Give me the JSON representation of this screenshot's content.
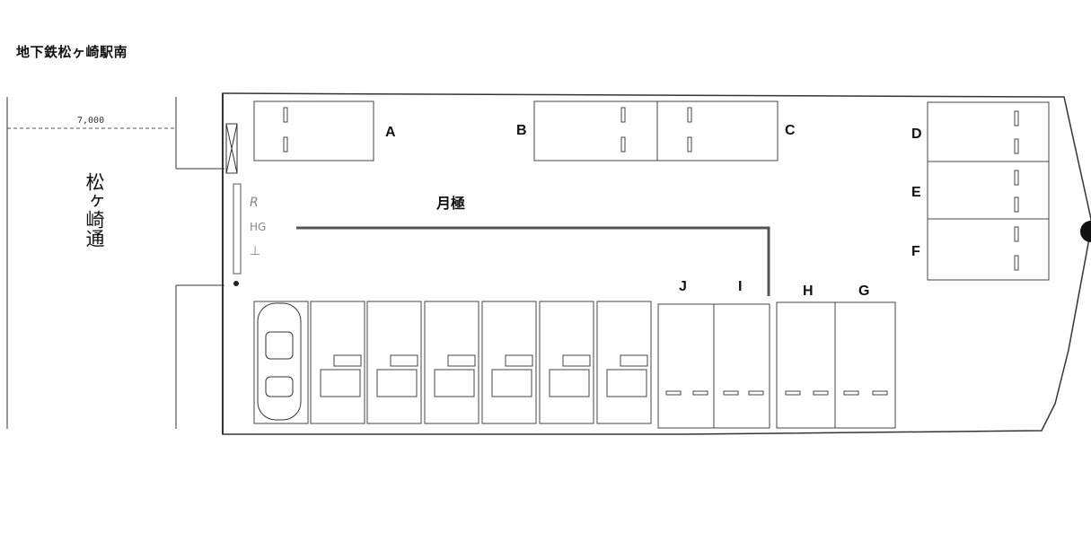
{
  "page": {
    "title": "地下鉄松ヶ崎駅南",
    "street_name": "松ヶ崎通",
    "road_width": "7,000",
    "zone_label": "月極"
  },
  "spaces": {
    "a": "A",
    "b": "B",
    "c": "C",
    "d": "D",
    "e": "E",
    "f": "F",
    "g": "G",
    "h": "H",
    "i": "I",
    "j": "J"
  },
  "colors": {
    "line": "#222222",
    "light": "#888888"
  }
}
